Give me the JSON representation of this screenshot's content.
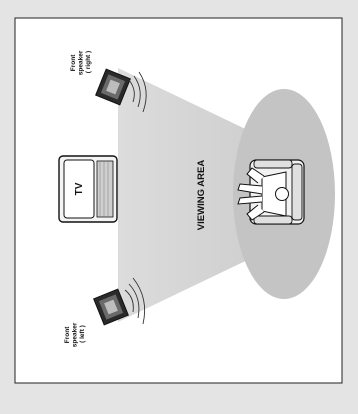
{
  "colors": {
    "page_background": "#e4e4e4",
    "panel_background": "#ffffff",
    "cone": "#d4d4d4",
    "viewing_ellipse": "#c4c4c4",
    "ink": "#111111"
  },
  "diagram": {
    "front_speaker_right_label": [
      "Front",
      "speaker",
      "( right )"
    ],
    "front_speaker_left_label": [
      "Front",
      "speaker",
      "( left )"
    ],
    "tv_label": "TV",
    "viewing_area_label": "VIEWING AREA"
  }
}
